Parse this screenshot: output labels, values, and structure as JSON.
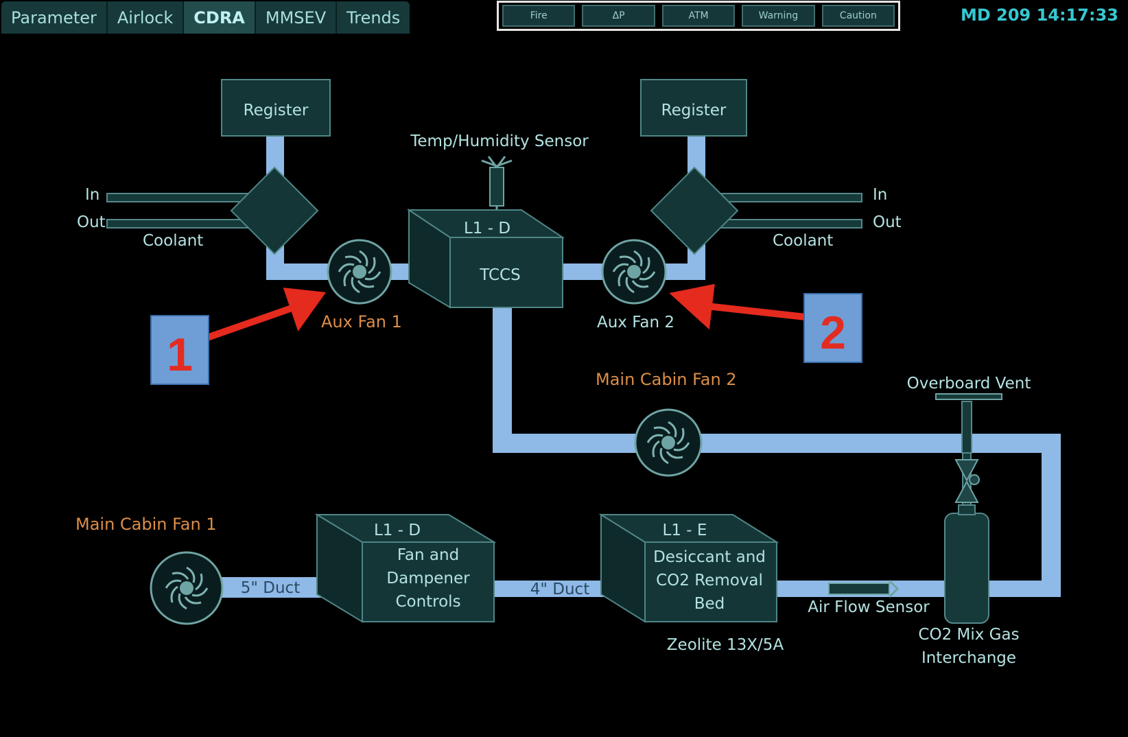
{
  "tabs": [
    {
      "label": "Parameter"
    },
    {
      "label": "Airlock"
    },
    {
      "label": "CDRA"
    },
    {
      "label": "MMSEV"
    },
    {
      "label": "Trends"
    }
  ],
  "alarms": [
    {
      "label": "Fire"
    },
    {
      "label": "ΔP"
    },
    {
      "label": "ATM"
    },
    {
      "label": "Warning"
    },
    {
      "label": "Caution"
    }
  ],
  "clock": "MD 209 14:17:33",
  "diagram": {
    "register_left": "Register",
    "register_right": "Register",
    "temp_sensor": "Temp/Humidity Sensor",
    "coolant_in_left": "In",
    "coolant_out_left": "Out",
    "coolant_left": "Coolant",
    "coolant_in_right": "In",
    "coolant_out_right": "Out",
    "coolant_right": "Coolant",
    "tccs_id": "L1 - D",
    "tccs_name": "TCCS",
    "aux_fan_1": "Aux Fan 1",
    "aux_fan_2": "Aux Fan 2",
    "main_cabin_fan_2": "Main Cabin Fan 2",
    "main_cabin_fan_1": "Main Cabin Fan 1",
    "overboard_vent": "Overboard Vent",
    "fan_box_id": "L1 - D",
    "fan_box_l1": "Fan and",
    "fan_box_l2": "Dampener",
    "fan_box_l3": "Controls",
    "desiccant_id": "L1 - E",
    "desiccant_l1": "Desiccant and",
    "desiccant_l2": "CO2 Removal",
    "desiccant_l3": "Bed",
    "zeolite": "Zeolite 13X/5A",
    "duct_5": "5\" Duct",
    "duct_4": "4\" Duct",
    "air_flow_sensor": "Air Flow Sensor",
    "co2_mix_l1": "CO2 Mix Gas",
    "co2_mix_l2": "Interchange",
    "marker_1": "1",
    "marker_2": "2"
  },
  "colors": {
    "background": "#000000",
    "accent_text": "#b4e2e2",
    "fan_label_orange": "#dc8e48",
    "pipe": "#8fb9e6",
    "marker_red": "#e22c22",
    "clock": "#36c8d2"
  }
}
